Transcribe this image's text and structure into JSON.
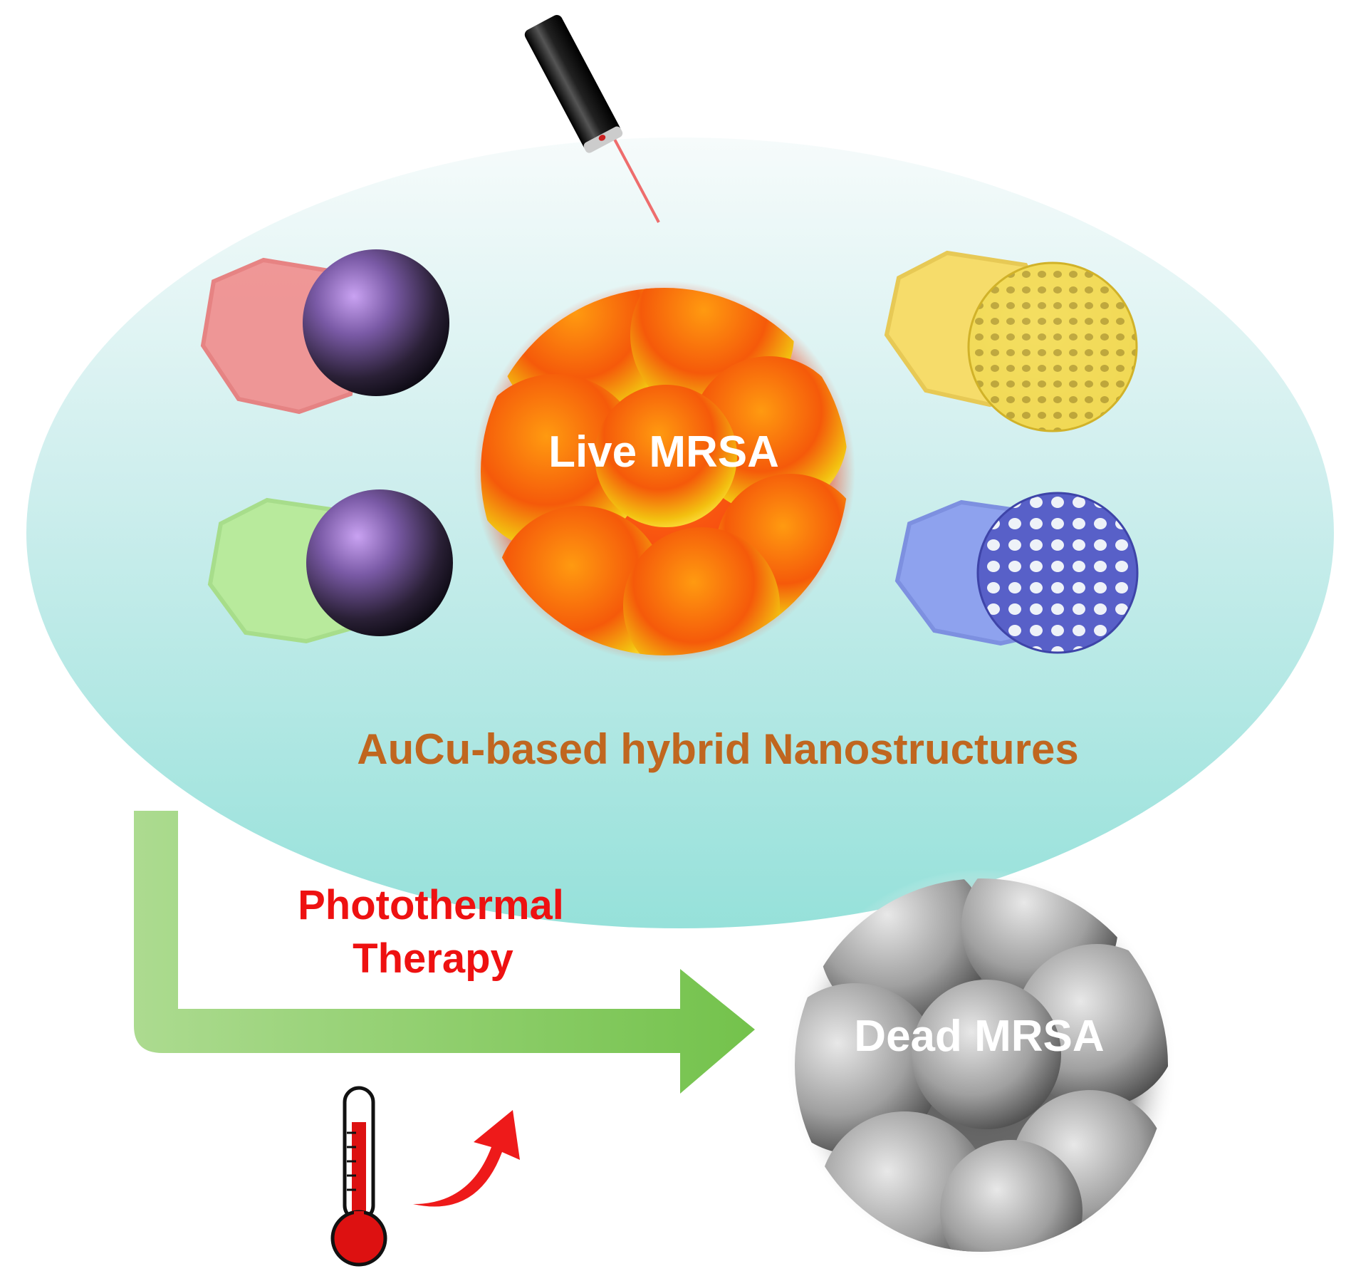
{
  "labels": {
    "live": "Live MRSA",
    "hybrid": "AuCu-based hybrid Nanostructures",
    "therapy_line1": "Photothermal",
    "therapy_line2": "Therapy",
    "dead": "Dead MRSA"
  },
  "colors": {
    "ellipse_top": "#f4fbfb",
    "ellipse_bottom": "#98e2dc",
    "hybrid_text": "#c0661f",
    "therapy_text": "#ee1111",
    "arrow": "#7cc455",
    "laser_beam": "#ee5555",
    "thermo_red": "#dd1111"
  },
  "icons": [
    "laser-pointer-icon",
    "thermometer-icon",
    "temperature-up-arrow-icon"
  ]
}
